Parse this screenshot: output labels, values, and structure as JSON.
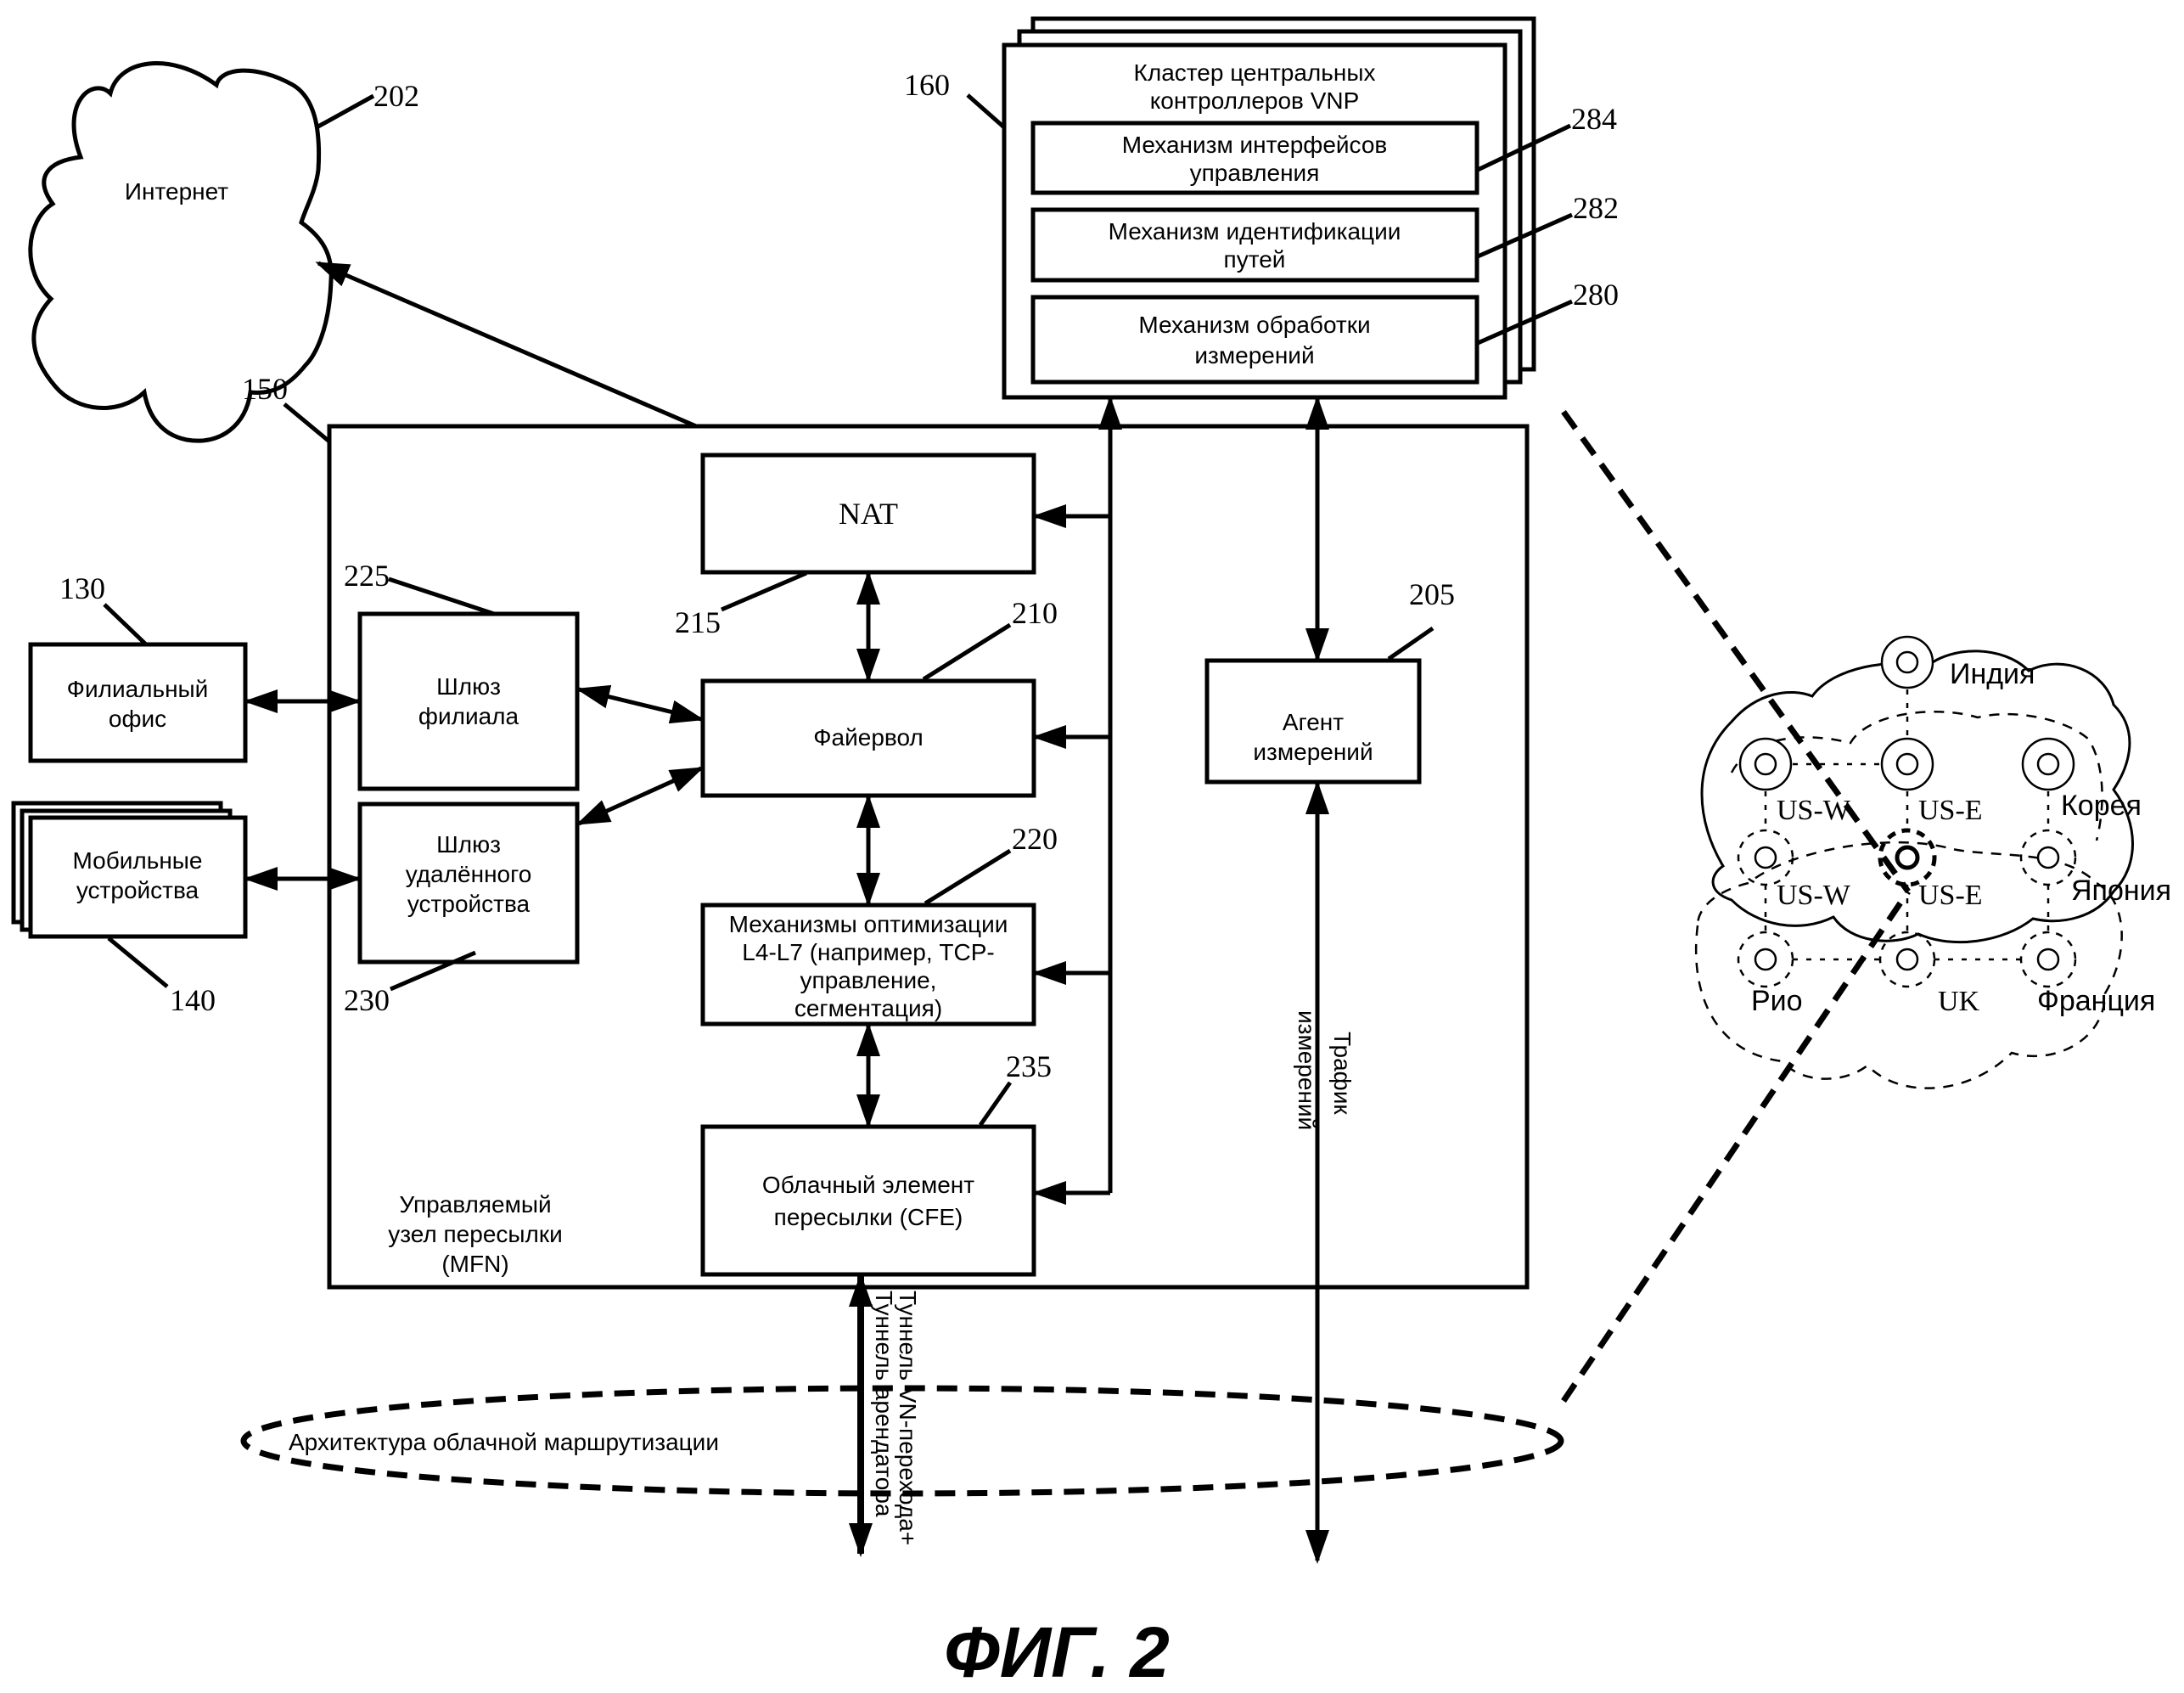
{
  "figure": {
    "caption": "ФИГ. 2"
  },
  "internet": {
    "label": "Интернет",
    "ref": "202"
  },
  "controller_cluster": {
    "ref": "160",
    "title_line1": "Кластер центральных",
    "title_line2": "контроллеров VNP",
    "engines": [
      {
        "ref": "284",
        "line1": "Механизм интерфейсов",
        "line2": "управления"
      },
      {
        "ref": "282",
        "line1": "Механизм идентификации",
        "line2": "путей"
      },
      {
        "ref": "280",
        "line1": "Механизм обработки",
        "line2": "измерений"
      }
    ]
  },
  "mfn": {
    "ref": "150",
    "label_line1": "Управляемый",
    "label_line2": "узел пересылки",
    "label_line3": "(MFN)",
    "nat": {
      "ref": "215",
      "label": "NAT"
    },
    "firewall": {
      "ref": "210",
      "label": "Файервол"
    },
    "optimization": {
      "ref": "220",
      "line1": "Механизмы оптимизации",
      "line2": "L4-L7 (например, TCP-",
      "line3": "управление,",
      "line4": "сегментация)"
    },
    "cfe": {
      "ref": "235",
      "line1": "Облачный элемент",
      "line2": "пересылки (CFE)"
    },
    "branch_gateway": {
      "ref": "225",
      "line1": "Шлюз",
      "line2": "филиала"
    },
    "remote_gateway": {
      "ref": "230",
      "line1": "Шлюз",
      "line2": "удалённого",
      "line3": "устройства"
    },
    "measurement_agent": {
      "ref": "205",
      "line1": "Агент",
      "line2": "измерений"
    }
  },
  "branch_office": {
    "ref": "130",
    "line1": "Филиальный",
    "line2": "офис"
  },
  "mobile_devices": {
    "ref": "140",
    "line1": "Мобильные",
    "line2": "устройства"
  },
  "routing_architecture": {
    "label": "Архитектура облачной маршрутизации"
  },
  "tunnel_label": {
    "line1": "Туннель VN-перехода+",
    "line2": "Туннель арендатора"
  },
  "measurement_traffic": {
    "line1": "Трафик",
    "line2": "измерений"
  },
  "cloud_map": {
    "regions": [
      {
        "id": "india",
        "label": "Индия"
      },
      {
        "id": "us-w-1",
        "label": "US-W"
      },
      {
        "id": "us-e-1",
        "label": "US-E"
      },
      {
        "id": "korea",
        "label": "Корея"
      },
      {
        "id": "us-w-2",
        "label": "US-W"
      },
      {
        "id": "us-e-2",
        "label": "US-E"
      },
      {
        "id": "japan",
        "label": "Япония"
      },
      {
        "id": "rio",
        "label": "Рио"
      },
      {
        "id": "uk",
        "label": "UK"
      },
      {
        "id": "france",
        "label": "Франция"
      }
    ]
  }
}
